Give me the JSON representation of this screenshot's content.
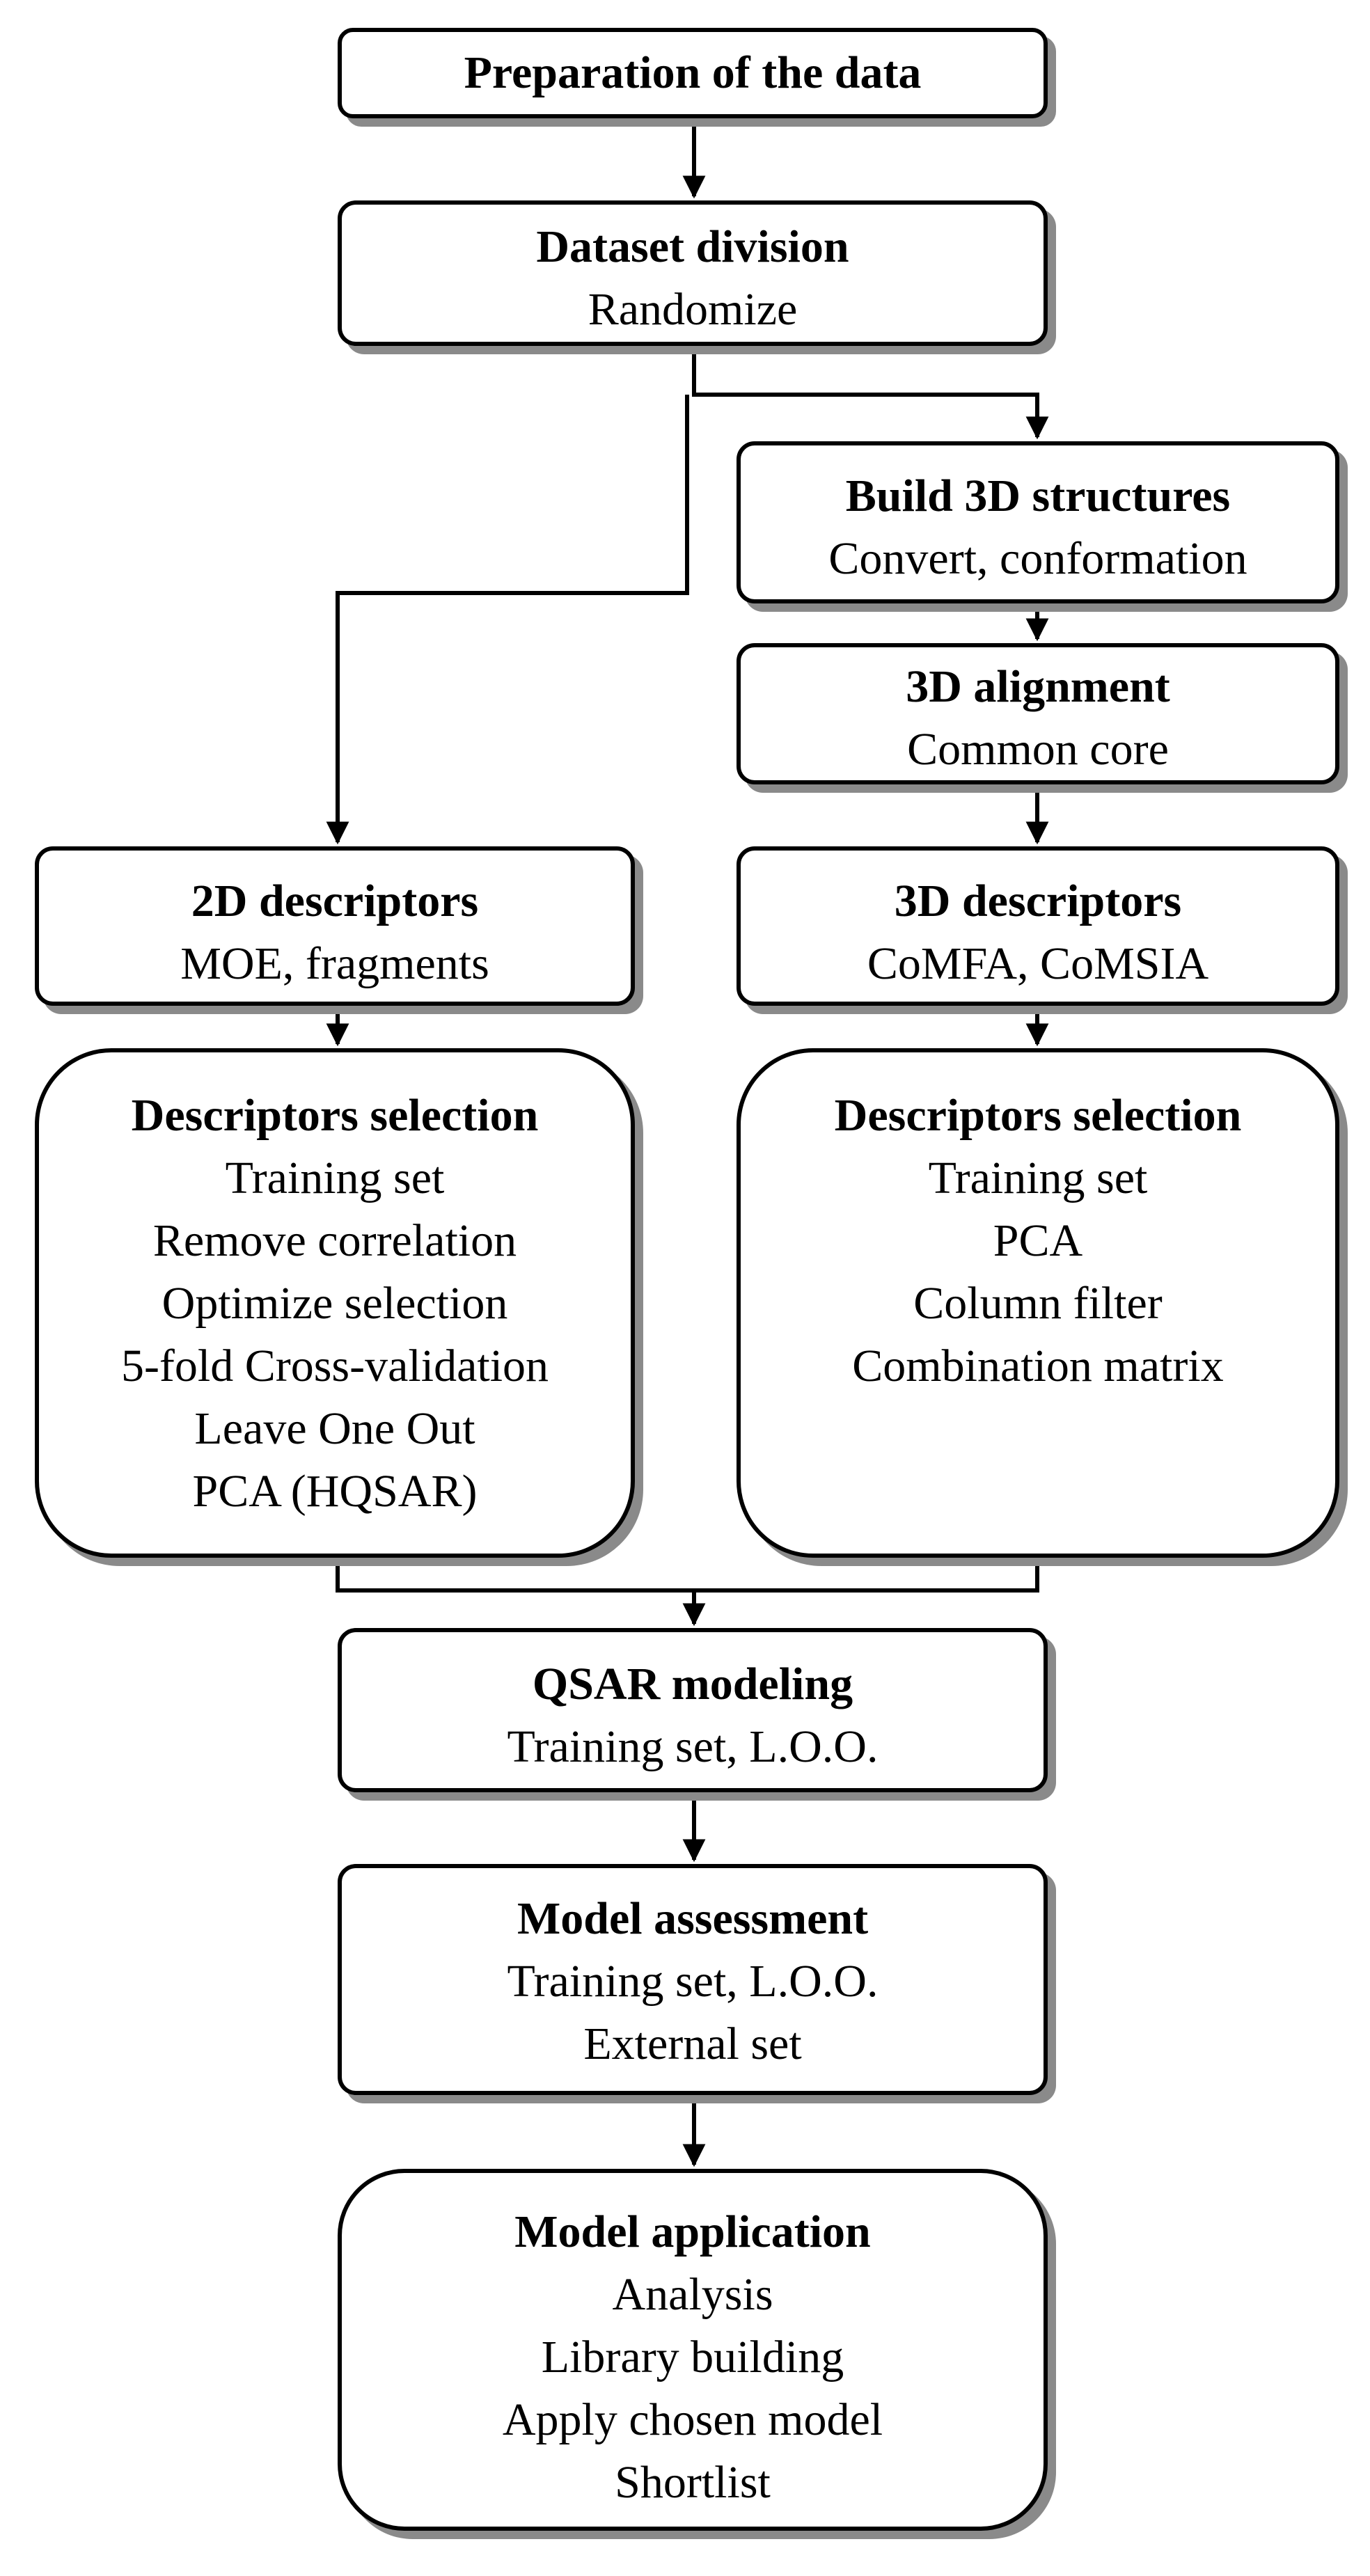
{
  "nodes": {
    "prep": {
      "title": "Preparation of the data",
      "lines": []
    },
    "division": {
      "title": "Dataset division",
      "lines": [
        "Randomize"
      ]
    },
    "build3d": {
      "title": "Build 3D structures",
      "lines": [
        "Convert, conformation"
      ]
    },
    "align3d": {
      "title": "3D alignment",
      "lines": [
        "Common core"
      ]
    },
    "desc2d": {
      "title": "2D descriptors",
      "lines": [
        "MOE, fragments"
      ]
    },
    "desc3d": {
      "title": "3D descriptors",
      "lines": [
        "CoMFA, CoMSIA"
      ]
    },
    "sel2d": {
      "title": "Descriptors selection",
      "lines": [
        "Training set",
        "Remove correlation",
        "Optimize selection",
        "5-fold Cross-validation",
        "Leave One Out",
        "PCA (HQSAR)"
      ]
    },
    "sel3d": {
      "title": "Descriptors selection",
      "lines": [
        "Training set",
        "PCA",
        "Column filter",
        "Combination matrix"
      ]
    },
    "qsar": {
      "title": "QSAR modeling",
      "lines": [
        "Training set, L.O.O."
      ]
    },
    "assess": {
      "title": "Model assessment",
      "lines": [
        "Training set, L.O.O.",
        "External set"
      ]
    },
    "apply": {
      "title": "Model application",
      "lines": [
        "Analysis",
        "Library building",
        "Apply chosen model",
        "Shortlist"
      ]
    }
  }
}
